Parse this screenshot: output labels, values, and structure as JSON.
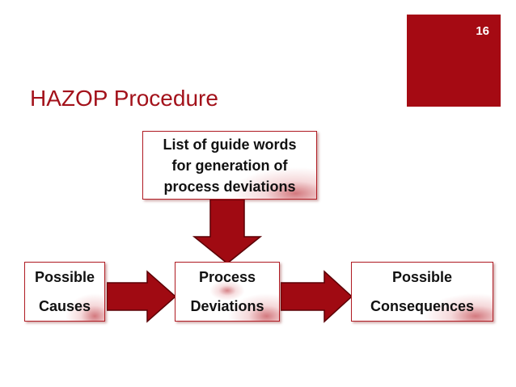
{
  "slide": {
    "number": "16",
    "title": "HAZOP Procedure"
  },
  "diagram": {
    "guide_words": [
      "List of guide words",
      "for generation of",
      "process deviations"
    ],
    "causes": [
      "Possible",
      "Causes"
    ],
    "process": [
      "Process",
      "Deviations"
    ],
    "consequences": [
      "Possible",
      "Consequences"
    ]
  },
  "colors": {
    "accent": "#a50a13",
    "title": "#a3121b",
    "arrow_fill": "#a00a12",
    "arrow_stroke": "#5a0005"
  }
}
